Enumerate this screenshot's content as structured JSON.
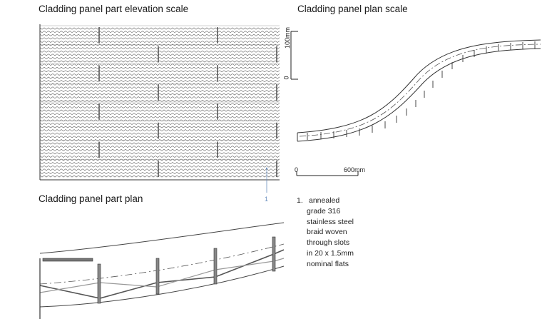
{
  "titles": {
    "elevation": "Cladding panel part elevation scale",
    "plan": "Cladding panel plan scale",
    "part_plan": "Cladding panel part plan"
  },
  "elevation_scale": {
    "zero": "0",
    "max": "100mm"
  },
  "plan_scale": {
    "zero": "0",
    "max": "600mm"
  },
  "callout": {
    "marker": "1"
  },
  "note": {
    "number": "1.",
    "lines": [
      "annealed",
      "grade 316",
      "stainless steel",
      "braid woven",
      "through slots",
      "in 20 x 1.5mm",
      "nominal flats"
    ]
  },
  "colors": {
    "ink": "#333333",
    "leader": "#6a8fbf"
  }
}
